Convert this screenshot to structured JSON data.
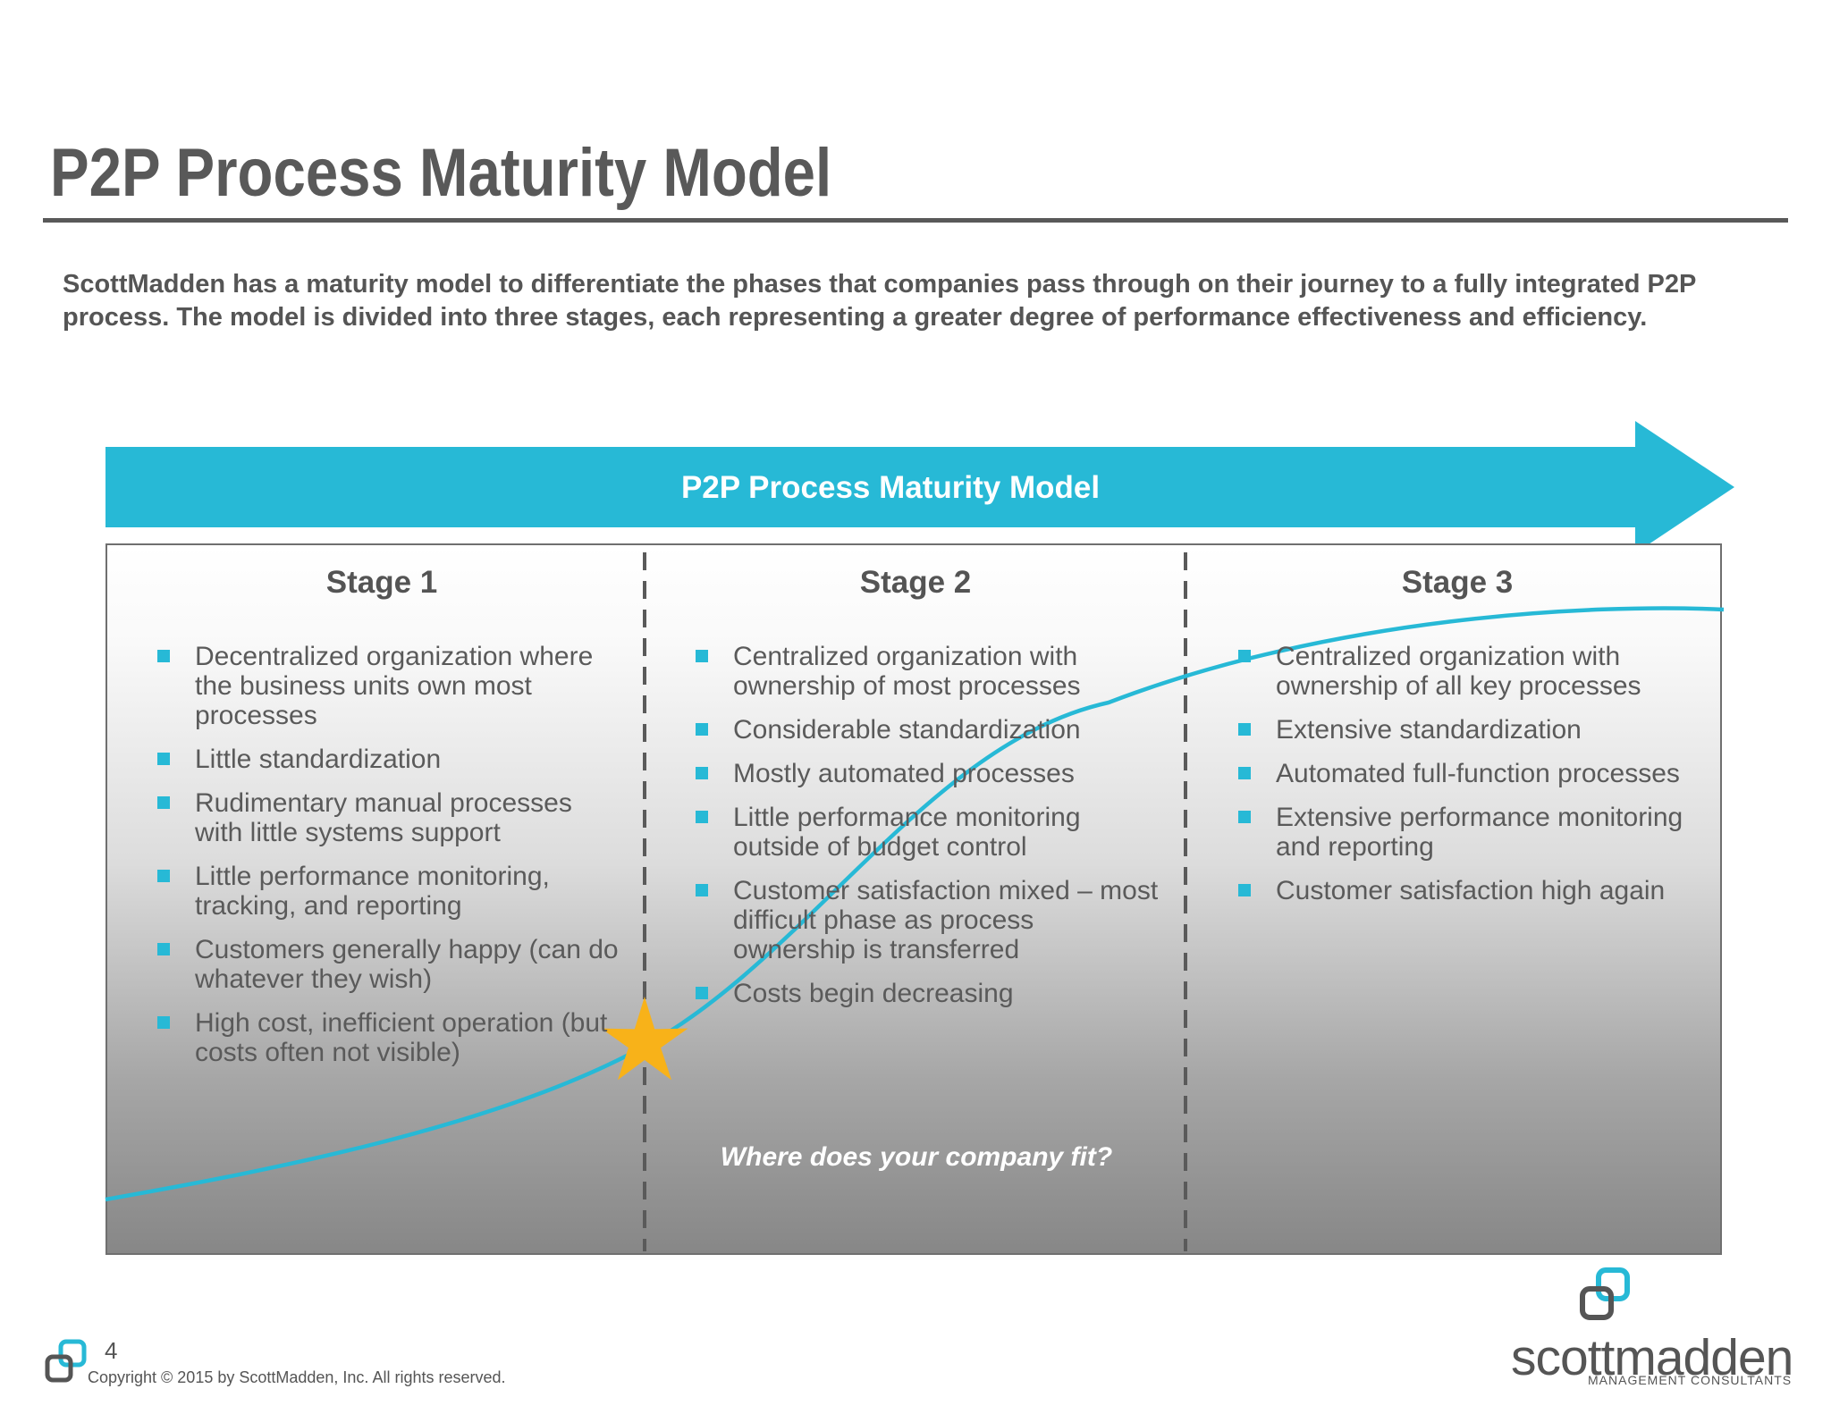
{
  "title": "P2P Process Maturity Model",
  "intro": "ScottMadden has a maturity model to differentiate the phases that companies pass through on their journey to a fully integrated P2P process. The model is divided into three stages, each representing a greater degree of performance effectiveness and efficiency.",
  "arrow_label": "P2P Process Maturity Model",
  "stages": [
    {
      "title": "Stage 1",
      "bullets": [
        "Decentralized organization where the business units own most processes",
        "Little standardization",
        "Rudimentary manual processes with little systems support",
        "Little performance monitoring, tracking, and reporting",
        "Customers generally happy (can do whatever they wish)",
        "High cost, inefficient operation (but costs often not visible)"
      ]
    },
    {
      "title": "Stage 2",
      "bullets": [
        "Centralized organization with ownership of most processes",
        "Considerable standardization",
        "Mostly automated processes",
        "Little performance monitoring outside of budget control",
        "Customer satisfaction mixed – most difficult phase as process ownership is transferred",
        "Costs begin decreasing"
      ]
    },
    {
      "title": "Stage 3",
      "bullets": [
        "Centralized organization with ownership of all key processes",
        "Extensive standardization",
        "Automated full-function processes",
        "Extensive performance monitoring and reporting",
        "Customer satisfaction high again"
      ]
    }
  ],
  "question": "Where does your company fit?",
  "footer": {
    "page_number": "4",
    "copyright": "Copyright © 2015 by ScottMadden, Inc. All rights reserved.",
    "brand": "scottmadden",
    "brand_tagline": "MANAGEMENT CONSULTANTS"
  },
  "colors": {
    "accent": "#27b9d6",
    "title_text": "#595959",
    "star": "#f8b219",
    "logo_dark": "#555555"
  },
  "icons": [
    "bullet-square-icon",
    "star-marker-icon",
    "scottmadden-logo-icon"
  ]
}
